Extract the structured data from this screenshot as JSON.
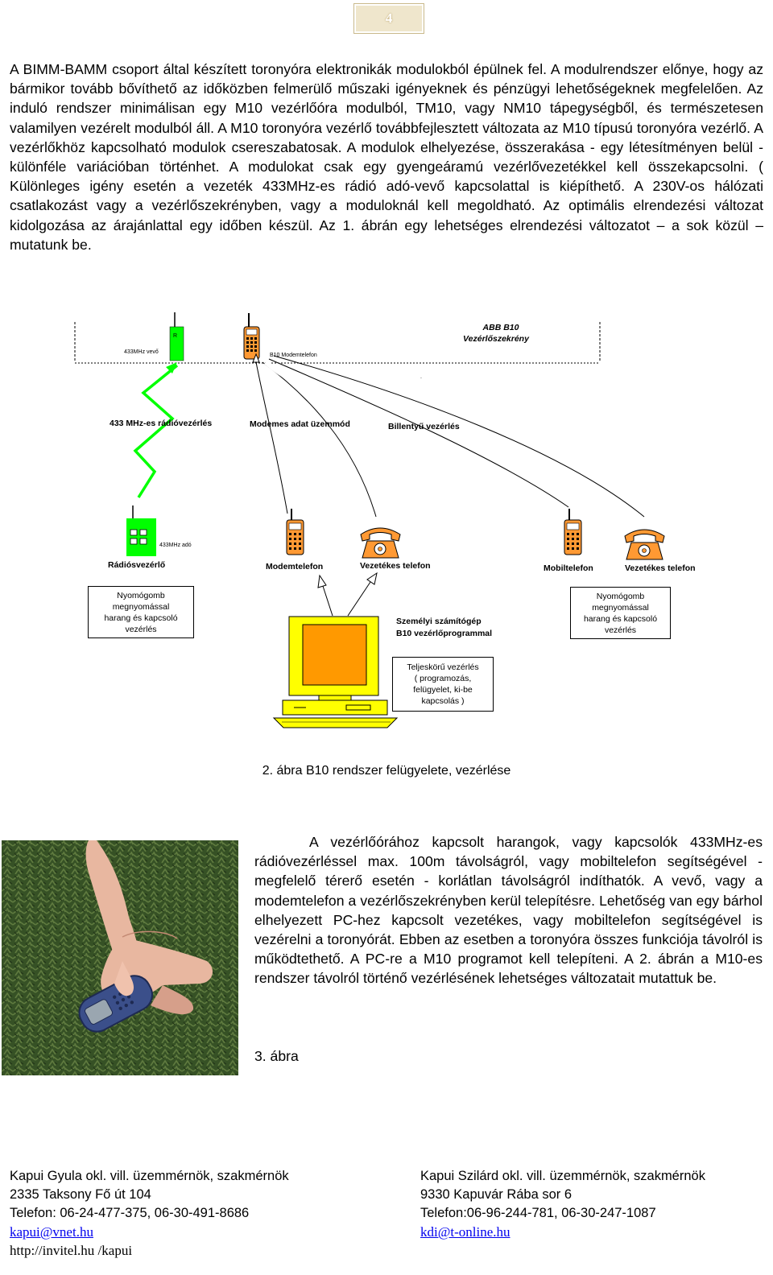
{
  "page_number": "4",
  "intro_paragraph": "A BIMM-BAMM csoport által készített toronyóra elektronikák modulokból épülnek fel. A modulrendszer előnye, hogy az bármikor tovább bővíthető az időközben felmerülő műszaki igényeknek és pénzügyi lehetőségeknek megfelelően. Az induló rendszer minimálisan egy M10 vezérlőóra modulból, TM10, vagy NM10 tápegységből, és természetesen valamilyen vezérelt modulból áll. A M10 toronyóra vezérlő továbbfejlesztett változata az M10 típusú toronyóra vezérlő. A vezérlőkhöz kapcsolható modulok csereszabatosak. A modulok elhelyezése, összerakása - egy létesítményen belül - különféle variációban történhet. A modulokat csak egy gyengeáramú vezérlővezetékkel kell összekapcsolni. ( Különleges igény esetén a vezeték 433MHz-es rádió adó-vevő kapcsolattal is kiépíthető. A 230V-os hálózati csatlakozást vagy a vezérlőszekrényben, vagy a moduloknál kell megoldható. Az optimális elrendezési változat kidolgozása az árajánlattal egy időben készül. Az 1. ábrán egy lehetséges elrendezési változatot – a sok közül – mutatunk be.",
  "diagram": {
    "cabinet_title_1": "ABB B10",
    "cabinet_title_2": "Vezérlőszekrény",
    "receiver_label": "433MHz vevő",
    "receiver_letter": "R",
    "modem_phone_label": "B10 Modemtelefon",
    "channel_radio": "433 MHz-es rádióvezérlés",
    "channel_modem": "Modemes adat üzemmód",
    "channel_keypad": "Billentyű vezérlés",
    "transmitter_label": "433MHz adó",
    "radio_controller": "Rádiósvezérlő",
    "modem_phone": "Modemtelefon",
    "wired_phone_1": "Vezetékes telefon",
    "mobile_phone": "Mobiltelefon",
    "wired_phone_2": "Vezetékes telefon",
    "button_box_left": "Nyomógomb\nmegnyomással\nharang és kapcsoló\nvezérlés",
    "button_box_right": "Nyomógomb\nmegnyomással\nharang és kapcsoló\nvezérlés",
    "pc_label_1": "Személyi számítógép",
    "pc_label_2": "B10 vezérlőprogrammal",
    "full_control_box": "Teljeskörű vezérlés\n( programozás,\nfelügyelet, ki-be\nkapcsolás )",
    "colors": {
      "antenna_green": "#00ff00",
      "phone_orange": "#ff9933",
      "pc_yellow": "#ffff00"
    }
  },
  "figure2_caption": "2. ábra B10 rendszer felügyelete, vezérlése",
  "photo_alt_icon": "hand-holding-mobile-phone-photo",
  "photo_paragraph": "A vezérlőórához kapcsolt harangok, vagy kapcsolók 433MHz-es rádióvezérléssel max. 100m távolságról, vagy mobiltelefon segítségével - megfelelő térerő esetén - korlátlan távolságról indíthatók. A vevő, vagy a modemtelefon a vezérlőszekrényben kerül telepítésre. Lehetőség van egy bárhol elhelyezett PC-hez kapcsolt vezetékes, vagy mobiltelefon segítségével is vezérelni a toronyórát. Ebben az esetben a toronyóra összes funkciója távolról is működtethető. A PC-re a M10 programot kell telepíteni. A 2. ábrán a M10-es rendszer távolról történő vezérlésének lehetséges változatait mutattuk be.",
  "figure3_caption": "3. ábra",
  "footer": {
    "left": {
      "name": "Kapui Gyula okl. vill. üzemmérnök, szakmérnök",
      "address": "2335 Taksony Fő út 104",
      "phone": "Telefon: 06-24-477-375, 06-30-491-8686",
      "email": "kapui@vnet.hu",
      "web": "http://invitel.hu /kapui"
    },
    "right": {
      "name": "Kapui Szilárd okl. vill. üzemmérnök, szakmérnök",
      "address": "9330 Kapuvár Rába sor 6",
      "phone": "Telefon:06-96-244-781, 06-30-247-1087",
      "email": "kdi@t-online.hu"
    }
  }
}
